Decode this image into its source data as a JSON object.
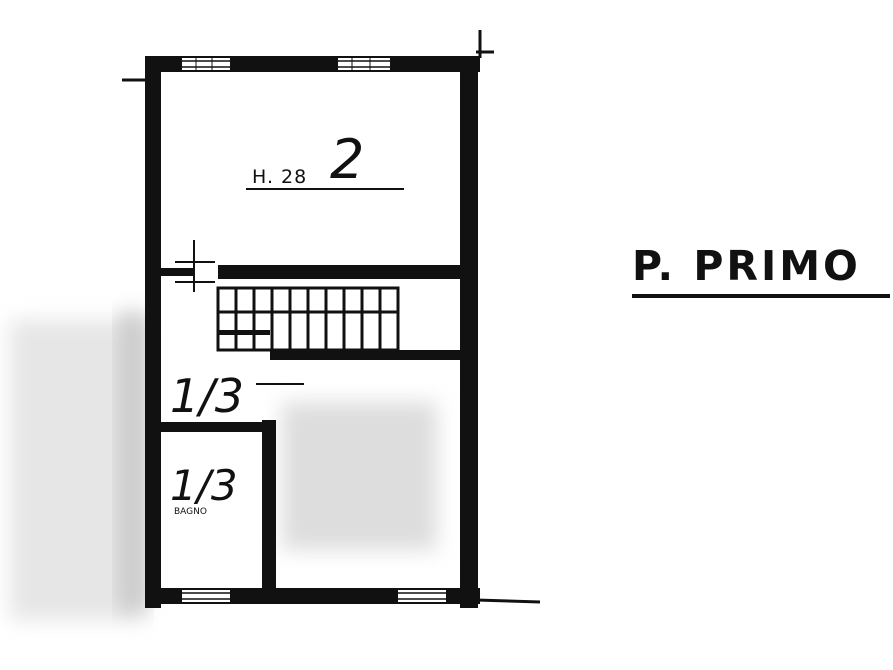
{
  "floor": {
    "title": "P. PRIMO"
  },
  "rooms": {
    "main_room_height": "H. 28",
    "main_room_number": "2",
    "wc_label": "BAGNO",
    "mark_upper": "1/3",
    "mark_lower": "1/3"
  },
  "colors": {
    "ink": "#111111",
    "paper": "#ffffff",
    "smudge": "#cfcfcf"
  }
}
